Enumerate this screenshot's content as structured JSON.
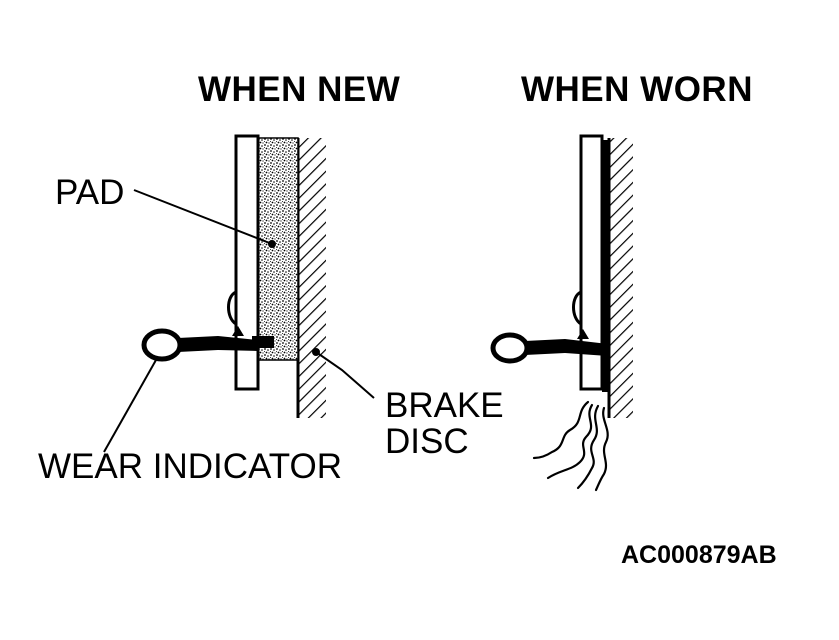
{
  "headings": {
    "new": "WHEN NEW",
    "worn": "WHEN WORN"
  },
  "callouts": {
    "pad": "PAD",
    "brake_disc_line1": "BRAKE",
    "brake_disc_line2": "DISC",
    "wear_indicator": "WEAR INDICATOR"
  },
  "figure_code": "AC000879AB",
  "colors": {
    "ink": "#000000",
    "paper": "#ffffff"
  }
}
